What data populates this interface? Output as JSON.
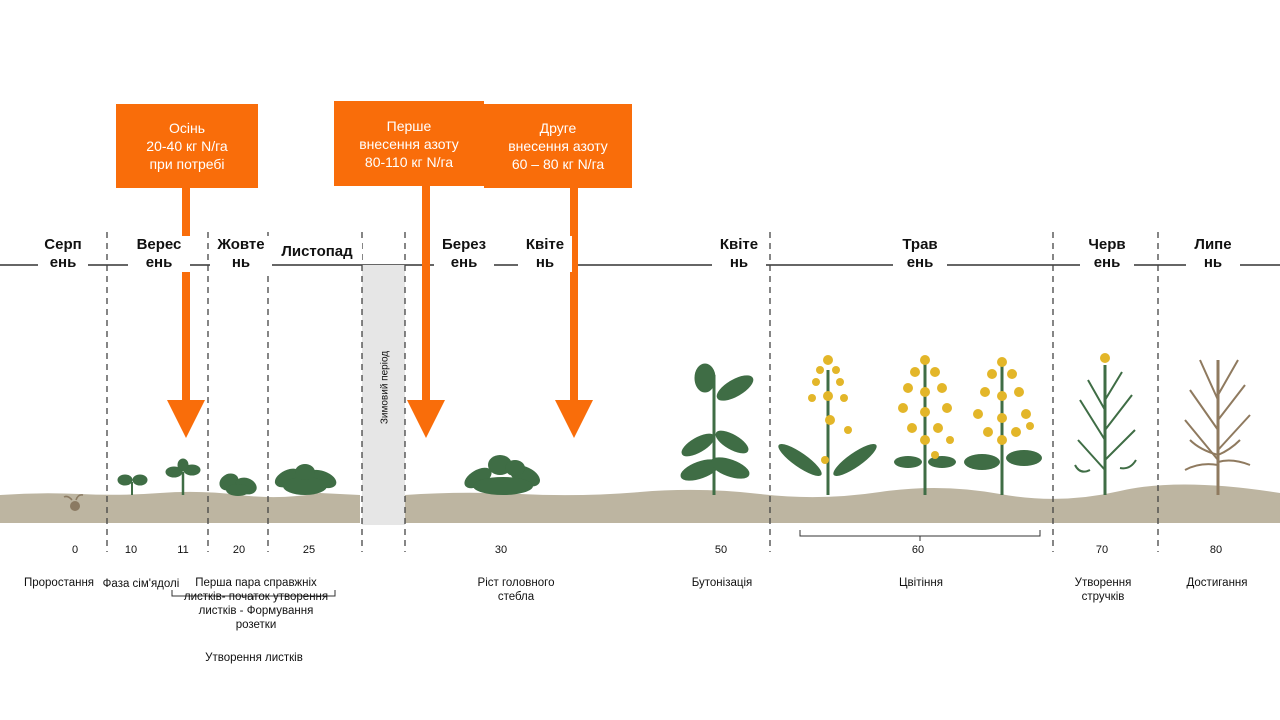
{
  "callouts": {
    "autumn": "Осінь\n20-40 кг N/га\nпри потребі",
    "first": "Перше\nвнесення азоту\n80-110 кг N/га",
    "second": "Друге\nвнесення азоту\n60 – 80 кг N/га"
  },
  "months": {
    "m1": "Серп\nень",
    "m2": "Верес\nень",
    "m3": "Жовте\nнь",
    "m4": "Листопад",
    "m5": "Берез\nень",
    "m6": "Квіте\nнь",
    "m7": "Квіте\nнь",
    "m8": "Трав\nень",
    "m9": "Черв\nень",
    "m10": "Липе\nнь"
  },
  "winter": "Зимовий період",
  "bbch": {
    "b0": "0",
    "b10": "10",
    "b11": "11",
    "b20": "20",
    "b25": "25",
    "b30": "30",
    "b50": "50",
    "b60": "60",
    "b70": "70",
    "b80": "80"
  },
  "stages": {
    "germination": "Проростання",
    "cotyledon": "Фаза сім'ядолі",
    "leaves": "Перша пара справжніх\nлистків- початок утворення\nлистків - Формування\nрозетки",
    "leaf_formation": "Утворення листків",
    "stem": "Ріст головного\nстебла",
    "budding": "Бутонізація",
    "flowering": "Цвітіння",
    "pods": "Утворення\nстручків",
    "ripening": "Достигання"
  },
  "colors": {
    "accent": "#f96d0a",
    "soil": "#bdb5a1",
    "plant": "#3f6d45",
    "flower": "#e3b629",
    "winter_band": "#e6e6e6"
  }
}
